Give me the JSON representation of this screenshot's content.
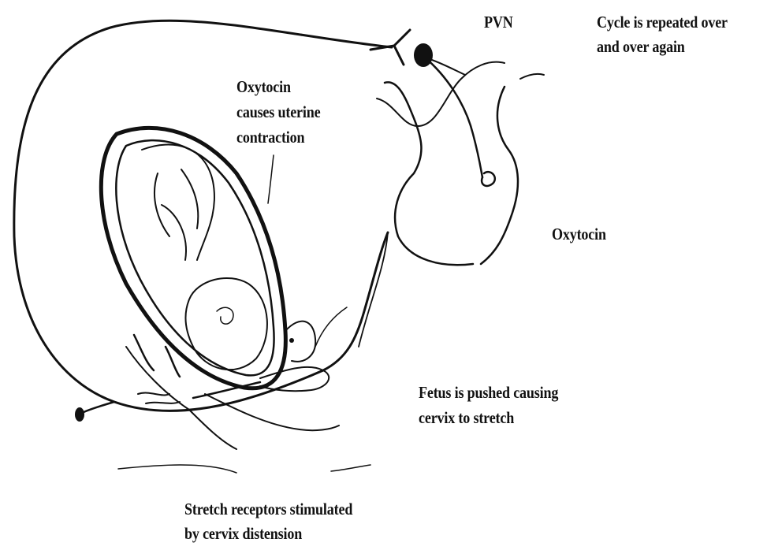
{
  "labels": {
    "pvn": "PVN",
    "cycle_line1": "Cycle is repeated over",
    "cycle_line2": "and over again",
    "oxytocin_action_line1": "Oxytocin",
    "oxytocin_action_line2": "causes uterine",
    "oxytocin_action_line3": "contraction",
    "oxytocin_release": "Oxytocin",
    "fetus_line1": "Fetus is pushed causing",
    "fetus_line2": "cervix to stretch",
    "stretch_line1": "Stretch receptors stimulated",
    "stretch_line2": "by cervix distension"
  },
  "colors": {
    "ink": "#111111",
    "background": "#ffffff"
  }
}
